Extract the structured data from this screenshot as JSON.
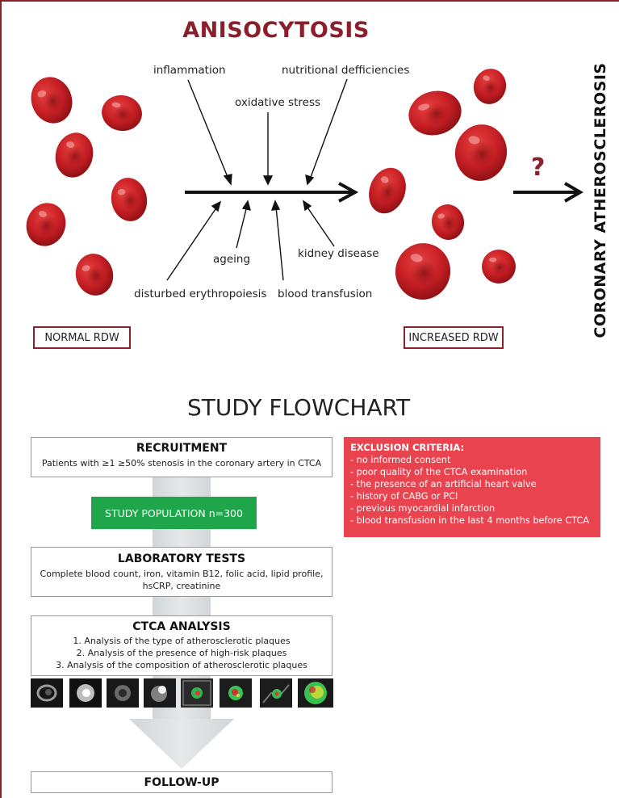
{
  "top": {
    "title": "ANISOCYTOSIS",
    "factors": {
      "inflammation": "inflammation",
      "oxidative_stress": "oxidative stress",
      "nutritional": "nutritional defficiencies",
      "ageing": "ageing",
      "kidney_disease": "kidney disease",
      "disturbed_erythropoiesis": "disturbed erythropoiesis",
      "blood_transfusion": "blood transfusion"
    },
    "normal_rdw": "NORMAL RDW",
    "increased_rdw": "INCREASED RDW",
    "question_mark": "?",
    "outcome": "CORONARY ATHEROSCLEROSIS",
    "colors": {
      "accent": "#8b1f2c",
      "rbc": "#c41e24",
      "rbc_dark": "#7e0d10"
    }
  },
  "flowchart": {
    "title": "STUDY FLOWCHART",
    "recruitment": {
      "heading": "RECRUITMENT",
      "text": "Patients with ≥1 ≥50% stenosis in the coronary artery in CTCA"
    },
    "study_population": "STUDY POPULATION  n=300",
    "laboratory_tests": {
      "heading": "LABORATORY TESTS",
      "line1": "Complete blood count, iron, vitamin B12, folic acid, lipid profile,",
      "line2": "hsCRP, creatinine"
    },
    "ctca_analysis": {
      "heading": "CTCA ANALYSIS",
      "items": [
        "1. Analysis of the type of atherosclerotic plaques",
        "2. Analysis of the presence of high-risk plaques",
        "3. Analysis of the composition of atherosclerotic plaques"
      ]
    },
    "follow_up": "FOLLOW-UP",
    "exclusion": {
      "heading": "EXCLUSION CRITERIA:",
      "items": [
        "- no informed consent",
        "- poor quality of the CTCA examination",
        "- the presence of an artificial heart valve",
        "- history of CABG or PCI",
        "- previous myocardial infarction",
        "- blood transfusion in the last 4 months before CTCA"
      ]
    },
    "colors": {
      "green": "#1fa64a",
      "red": "#e8434f",
      "gray_arrow": "#dcdfe1"
    }
  }
}
